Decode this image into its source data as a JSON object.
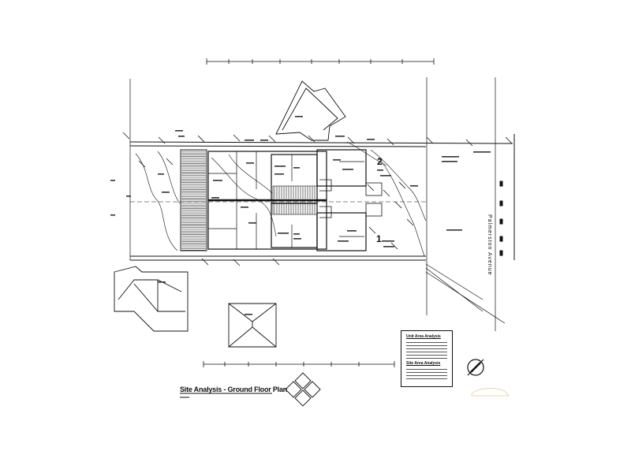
{
  "drawing": {
    "title": "Site Analysis - Ground Floor Plan",
    "street_name": "Palmerston Avenue",
    "units": {
      "unit_1": "1",
      "unit_2": "2"
    }
  },
  "schedule": {
    "unit_area_heading": "Unit Area Analysis",
    "site_area_heading": "Site Area Analysis"
  },
  "colors": {
    "ink": "#111111",
    "paper": "#ffffff",
    "hatch": "#222222"
  },
  "icons": [
    "north-arrow-icon",
    "compass-rose-icon"
  ]
}
